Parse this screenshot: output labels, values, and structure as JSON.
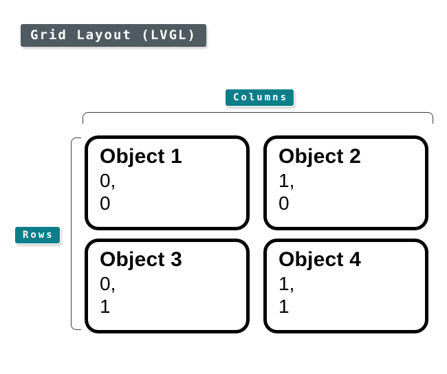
{
  "title": "Grid Layout (LVGL)",
  "labels": {
    "columns": "Columns",
    "rows": "Rows"
  },
  "grid": {
    "cells": [
      {
        "name": "Object 1",
        "column_line": "0,",
        "row_line": "0"
      },
      {
        "name": "Object 2",
        "column_line": "1,",
        "row_line": "0"
      },
      {
        "name": "Object 3",
        "column_line": "0,",
        "row_line": "1"
      },
      {
        "name": "Object 4",
        "column_line": "1,",
        "row_line": "1"
      }
    ]
  },
  "colors": {
    "badge_teal": "#0b7e8a",
    "title_bg": "#4f5a61",
    "badge_text": "#ffffff",
    "box_border": "#000000",
    "bracket_line": "#3c3c3c",
    "background": "#ffffff"
  }
}
